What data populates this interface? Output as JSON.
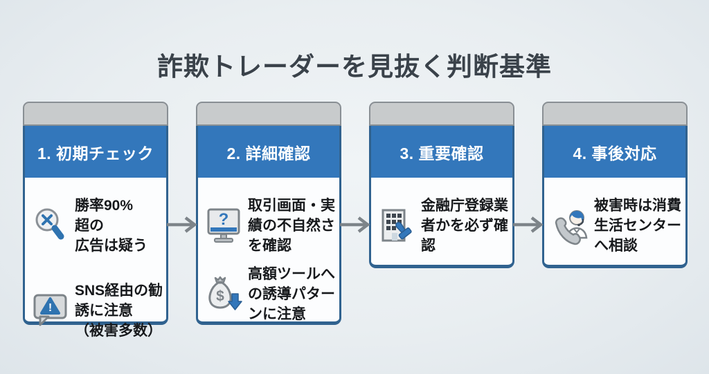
{
  "title": "詐欺トレーダーを見抜く判断基準",
  "colors": {
    "background": "#e9eef1",
    "top_bar_gray": "#c8cbcc",
    "top_bar_border": "#898f94",
    "header_blue": "#3377bb",
    "card_border_blue": "#30628f",
    "body_background": "#fcfdfe",
    "title_text": "#3a424a",
    "body_text": "#17191c",
    "arrow_gray": "#7d8489",
    "icon_blue": "#2f73b0",
    "icon_gray": "#7d8489"
  },
  "glyphs": {
    "monitor_question": "?",
    "moneybag_dollar": "$",
    "bubble_exclamation": "!"
  },
  "steps": [
    {
      "header": "1. 初期チェック",
      "items": [
        {
          "icon": "magnifier-x-icon",
          "text": "勝率90%超の\n広告は疑う"
        },
        {
          "icon": "warning-bubble-icon",
          "text": "SNS経由の勧\n誘に注意\n（被害多数）"
        }
      ]
    },
    {
      "header": "2. 詳細確認",
      "items": [
        {
          "icon": "monitor-question-icon",
          "text": "取引画面・実\n績の不自然さ\nを確認"
        },
        {
          "icon": "moneybag-down-arrow-icon",
          "text": "高額ツールへ\nの誘導パター\nンに注意"
        }
      ]
    },
    {
      "header": "3. 重要確認",
      "items": [
        {
          "icon": "building-stamp-icon",
          "text": "金融庁登録業\n者かを必ず確\n認"
        }
      ]
    },
    {
      "header": "4. 事後対応",
      "items": [
        {
          "icon": "phone-operator-icon",
          "text": "被害時は消費\n生活センター\nへ相談"
        }
      ]
    }
  ]
}
